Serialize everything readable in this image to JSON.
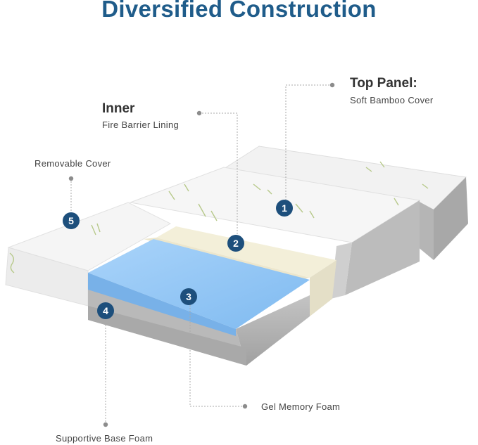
{
  "title": "Diversified Construction",
  "layers": [
    {
      "number": "1",
      "heading": "Top Panel:",
      "label": "Soft Bamboo Cover"
    },
    {
      "number": "2",
      "heading": "Inner",
      "label": "Fire Barrier Lining"
    },
    {
      "number": "3",
      "label": "Gel Memory Foam"
    },
    {
      "number": "4",
      "label": "Supportive Base Foam"
    },
    {
      "number": "5",
      "label": "Removable Cover"
    }
  ],
  "colors": {
    "title": "#1f5c8a",
    "badge": "#1d4f7c",
    "gel_foam": "#8ec4f4",
    "base_foam": "#a9a9a9",
    "barrier": "#efe9d8",
    "cover": "#f4f4f4",
    "bamboo_print": "#b7c98a"
  }
}
